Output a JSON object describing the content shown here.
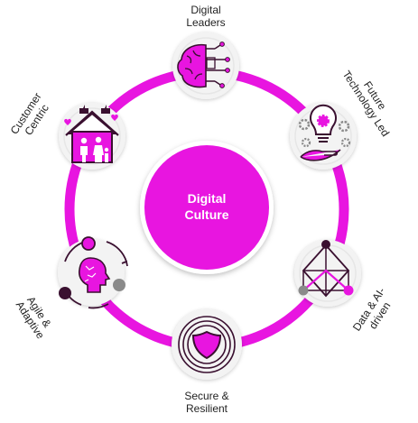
{
  "diagram": {
    "center": {
      "line1": "Digital",
      "line2": "Culture"
    },
    "nodes": [
      {
        "id": "leaders",
        "line1": "Digital",
        "line2": "Leaders",
        "icon": "brain-circuit-icon"
      },
      {
        "id": "future",
        "line1": "Future",
        "line2": "Technology Led",
        "icon": "lightbulb-gears-icon"
      },
      {
        "id": "data",
        "line1": "Data & AI-",
        "line2": "driven",
        "icon": "network-cube-icon"
      },
      {
        "id": "secure",
        "line1": "Secure &",
        "line2": "Resilient",
        "icon": "shield-icon"
      },
      {
        "id": "agile",
        "line1": "Agile &",
        "line2": "Adaptive",
        "icon": "head-cycle-icon"
      },
      {
        "id": "customer",
        "line1": "Customer",
        "line2": "Centric",
        "icon": "family-house-icon"
      }
    ]
  },
  "colors": {
    "accent": "#e815e0",
    "dark": "#3a1030",
    "gray": "#8a8a8a",
    "node_fill": "#f4f4f4",
    "ring": "#e815e0"
  }
}
